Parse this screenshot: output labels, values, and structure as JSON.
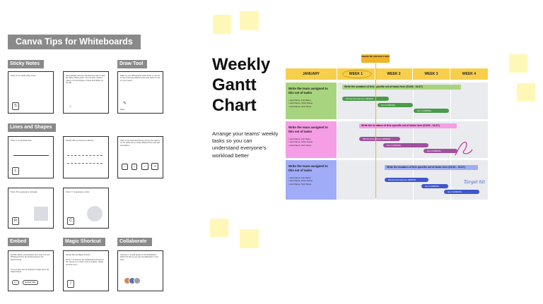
{
  "tips": {
    "banner": "Canva Tips for Whiteboards",
    "sections": {
      "sticky_notes": "Sticky Notes",
      "draw_tool": "Draw Tool",
      "lines_shapes": "Lines and Shapes",
      "embed": "Embed",
      "magic_shortcut": "Magic Shortcut",
      "collaborate": "Collaborate"
    },
    "cards": {
      "sticky_text": "Press 'S' to create sticky notes",
      "sticky_key": "S",
      "elements_text": "Automatically add from the Elements tab to open the Sticky Notes panel. You can also create a variety of Lined Shapes, Charts and Tables on the tab.",
      "draw_text": "Draw on your Whiteboard! Click 'Draw' or use the 'D' key to choose different pens and colors to use on your board!",
      "draw_label": "Draw",
      "line_text": "Press 'L' to generate lines",
      "line_key": "L",
      "doubleclick_text": "Double click on the line to add text",
      "clickline_text": "Click on the lines and choose among the options on the editor bar to create different lines and add annotations",
      "rect_text": "Press 'R' to generate a rectangle",
      "rect_key": "R",
      "circle_text": "Press 'C' to generate a circle",
      "circle_key": "C",
      "embed_text": "Embed videos, presentations and more into your Whiteboard from the Embed panel in the Elements tab.",
      "embed_text2": "You can also use the Embed on Apps tab in the Object Panel.",
      "embed_key": "</>",
      "embed_btn": "Embed URL",
      "magic_text": "Design like the Magic shortcut",
      "magic_text2": "Press '/' to discover the Whiteboard and type in the element you need, such as shapes, charts, and lots more!",
      "magic_key": "/",
      "collab_text": "Click the '+' to add people to the Whiteboard. Share the link so you can all collaborate in real time!"
    }
  },
  "gantt": {
    "title_lines": [
      "Weekly",
      "Gantt",
      "Chart"
    ],
    "description": "Arrange your teams' weekly tasks so you can understand everyone's workload better",
    "today_tag": "WHERE WE ARE RIGHT NOW",
    "headers": [
      "JANUARY",
      "WEEK 1",
      "WEEK 2",
      "WEEK 3",
      "WEEK 4"
    ],
    "rows": [
      {
        "title": "Write the team assigned to this set of tasks",
        "items": [
          "Last Name, Full Name",
          "Last Name, Short Name",
          "Last Name, Test Name"
        ],
        "duration": "Write the duration of this specific set of tasks here (01/08 - 01/27)",
        "bars": [
          "Plot the first task here (MM/DD)",
          "Item 2 (MM/DD)",
          "Item 3 (MM/DD)"
        ]
      },
      {
        "title": "Write the team assigned to this set of tasks",
        "items": [
          "Last Name, Full Name",
          "Last Name, Short Name",
          "Last Name, Test Name"
        ],
        "duration": "Write the duration of this specific set of tasks here (01/09 - 01/27)",
        "bars": [
          "Plot the first task here (MM/DD)",
          "Item 2 (MM/DD)",
          "Item 3 (MM/DD)"
        ]
      },
      {
        "title": "Write the team assigned to this set of tasks",
        "items": [
          "Last Name, Full Name",
          "Last Name, Short Name",
          "Last Name, Test Name"
        ],
        "duration": "Write the duration of this specific set of tasks here (01/16 - 01/27)",
        "bars": [
          "Plot the first task here (MM/DD)",
          "Item 2 (MM/DD)",
          "Item 3 (MM/DD)"
        ]
      }
    ],
    "signature": "Target hit",
    "colors": {
      "header": "#f8cf4c",
      "green": "#a9d47f",
      "pink": "#f59ee6",
      "blue": "#a0acf7",
      "bar_green": "#4a9a4a",
      "bar_purple": "#a0509c",
      "bar_blue": "#3f57c9",
      "sticky": "#fff7b8"
    }
  }
}
